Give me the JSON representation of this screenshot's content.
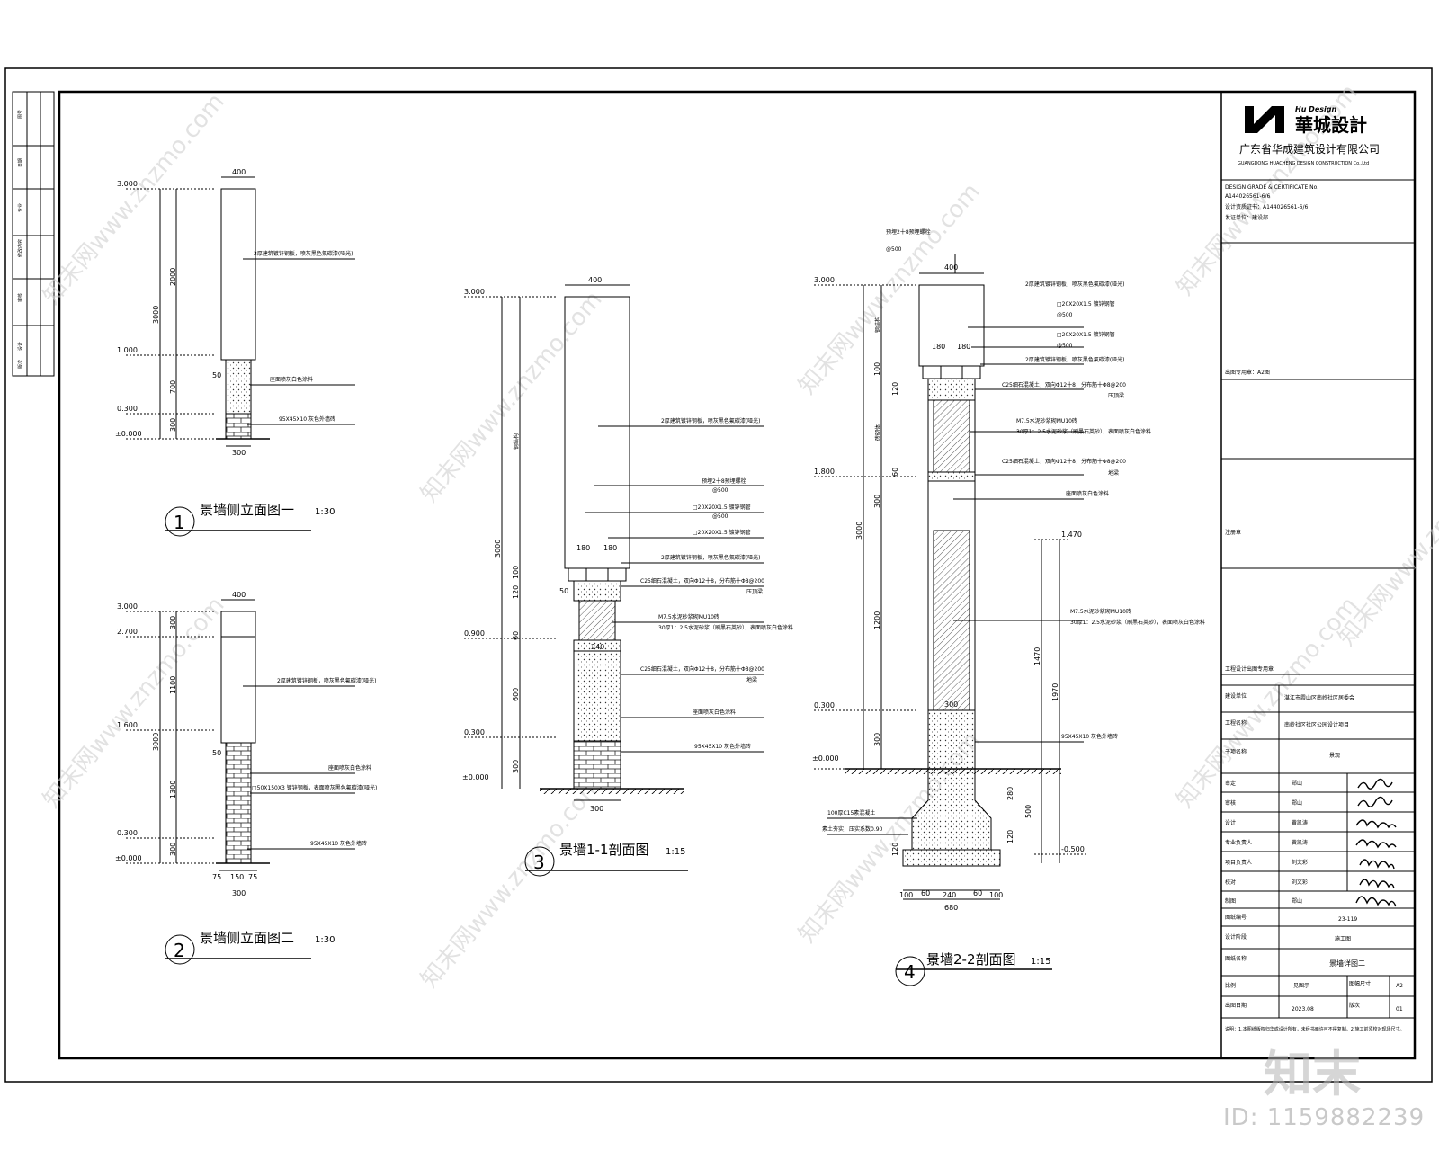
{
  "company": {
    "brand_en": "Hu Design",
    "brand_cn": "華城設計",
    "name_cn": "广东省华成建筑设计有限公司",
    "name_en": "GUANGDONG HUACHENG DESIGN CONSTRUCTION Co.,Ltd"
  },
  "titleblock": {
    "cert_lines": [
      "DESIGN GRADE & CERTIFICATE No.",
      "A144026561-6/6",
      "设计资质证书：A144026561-6/6",
      "发证单位：建设部"
    ],
    "stamp_label": "出图专用章：A2图",
    "reg_label": "注册章",
    "seal_label": "工程设计出图专用章",
    "rows": [
      {
        "label": "建设单位",
        "value": "湛江市霞山区南岭社区居委会"
      },
      {
        "label": "工程名称",
        "value": "南岭社区社区公园设计项目"
      },
      {
        "label": "子项名称",
        "value": "景观"
      },
      {
        "label": "审定",
        "value": "郑山"
      },
      {
        "label": "审核",
        "value": "郑山"
      },
      {
        "label": "设计",
        "value": "黄凯涛"
      },
      {
        "label": "专业负责人",
        "value": "黄凯涛"
      },
      {
        "label": "项目负责人",
        "value": "刘文彩"
      },
      {
        "label": "校对",
        "value": "刘文彩"
      },
      {
        "label": "制图",
        "value": "郑山"
      }
    ],
    "drawing_no_label": "图纸编号",
    "drawing_no": "23-119",
    "stage_label": "设计阶段",
    "stage": "施工图",
    "title_label": "图纸名称",
    "title": "景墙详图二",
    "scale_label": "比例",
    "scale": "见图示",
    "sheet_size_label": "图幅尺寸",
    "sheet_size": "A2",
    "date_label": "出图日期",
    "date": "2023.08",
    "version_label": "版次",
    "version": "01",
    "notes": "说明：1.本图纸版权归华成设计所有，未经书面许可不得复制。2.施工前须校对现场尺寸。"
  },
  "views": [
    {
      "num": "1",
      "title": "景墙侧立面图一",
      "scale": "1:30"
    },
    {
      "num": "2",
      "title": "景墙侧立面图二",
      "scale": "1:30"
    },
    {
      "num": "3",
      "title": "景墙1-1剖面图",
      "scale": "1:15"
    },
    {
      "num": "4",
      "title": "景墙2-2剖面图",
      "scale": "1:15"
    }
  ],
  "v1": {
    "elevs": [
      "3.000",
      "1.000",
      "0.300",
      "±0.000"
    ],
    "dims": [
      "2000",
      "3000",
      "700",
      "300"
    ],
    "top_w": "400",
    "bot_w": "300",
    "off": "50",
    "labels": [
      "2厚建筑镀锌钢板，喷灰黑色氟碳漆(哑光)",
      "座面喷灰白色涂料",
      "95X45X10 灰色外墙砖"
    ]
  },
  "v2": {
    "elevs": [
      "3.000",
      "2.700",
      "1.600",
      "0.300",
      "±0.000"
    ],
    "dims": [
      "300",
      "1100",
      "3000",
      "1300",
      "300"
    ],
    "top_w": "400",
    "bot_w": "300",
    "off": "50",
    "sub": [
      "75",
      "150",
      "75"
    ],
    "labels": [
      "2厚建筑镀锌钢板，喷灰黑色氟碳漆(哑光)",
      "座面喷灰白色涂料",
      "□50X150X3 镀锌钢板，表面喷灰黑色氟碳漆(哑光)",
      "95X45X10 灰色外墙砖"
    ]
  },
  "v3": {
    "elevs": [
      "3.000",
      "0.900",
      "0.300",
      "±0.000"
    ],
    "dims": [
      "3000",
      "钢结构",
      "100",
      "120",
      "60",
      "600",
      "300"
    ],
    "top_w": "400",
    "bot_w": "300",
    "half": [
      "180",
      "180"
    ],
    "inner": "240",
    "off": "50",
    "labels": [
      "2厚建筑镀锌钢板，喷灰黑色氟碳漆(哑光)",
      "预埋2十8预埋螺栓",
      "@500",
      "□20X20X1.5 镀锌钢管",
      "@500",
      "□20X20X1.5 镀锌钢管",
      "2厚建筑镀锌钢板，喷灰黑色氟碳漆(哑光)",
      "C25细石混凝土，双向Φ12十8，分布筋十Φ8@200",
      "压顶梁",
      "M7.5水泥砂浆砌MU10砖",
      "30厚1：2.5水泥砂浆（刷黑石英砂），表面喷灰白色涂料",
      "C25细石混凝土，双向Φ12十8，分布筋十Φ8@200",
      "地梁",
      "座面喷灰白色涂料",
      "95X45X10 灰色外墙砖"
    ]
  },
  "v4": {
    "elevs": [
      "3.000",
      "1.800",
      "1.470",
      "0.300",
      "±0.000",
      "-0.500"
    ],
    "dims": [
      "钢结构",
      "100",
      "120",
      "砖砌体",
      "60",
      "300",
      "3000",
      "1200",
      "1470",
      "1970",
      "300",
      "280",
      "500",
      "120",
      "120"
    ],
    "top_w": "400",
    "half": [
      "180",
      "180"
    ],
    "base_w": "680",
    "pier_w": "300",
    "base_dims": [
      "100",
      "60",
      "240",
      "60",
      "100"
    ],
    "labels": [
      "预埋2十8预埋螺栓",
      "@500",
      "2厚建筑镀锌钢板，喷灰黑色氟碳漆(哑光)",
      "□20X20X1.5 镀锌钢管",
      "@500",
      "□20X20X1.5 镀锌钢管",
      "@500",
      "2厚建筑镀锌钢板，喷灰黑色氟碳漆(哑光)",
      "C25细石混凝土，双向Φ12十8，分布筋十Φ8@200",
      "压顶梁",
      "M7.5水泥砂浆砌MU10砖",
      "30厚1：2.5水泥砂浆（刷黑石英砂），表面喷灰白色涂料",
      "C25细石混凝土，双向Φ12十8，分布筋十Φ8@200",
      "地梁",
      "座面喷灰白色涂料",
      "M7.5水泥砂浆砌MU10砖",
      "30厚1：2.5水泥砂浆（刷黑石英砂），表面喷灰白色涂料",
      "95X45X10 灰色外墙砖",
      "100厚C15素混凝土",
      "素土夯实，压实系数0.90"
    ]
  },
  "left_strip": [
    "图号",
    "日期",
    "专业",
    "修改内容",
    "审核",
    "设计",
    "版次"
  ],
  "watermark_text": "知末网www.znzmo.com",
  "watermark_brand": "知末",
  "watermark_id": "ID: 1159882239",
  "colors": {
    "line": "#000000",
    "hatch": "#555555",
    "watermark": "#d0d0d0"
  }
}
